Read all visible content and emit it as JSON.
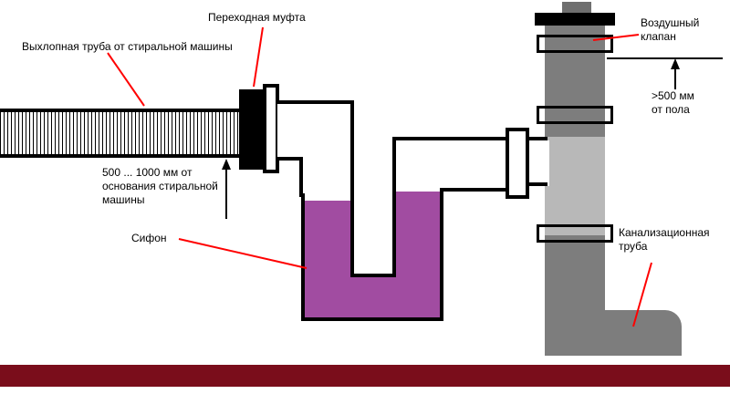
{
  "labels": {
    "coupling": "Переходная муфта",
    "exhaust_pipe": "Выхлопная труба от стиральной машины",
    "air_valve": "Воздушный клапан",
    "floor_height": ">500 мм\nот пола",
    "hose_height": "500 ... 1000 мм от\nоснования стиральной\nмашины",
    "siphon": "Сифон",
    "sewer_pipe": "Канализационная\nтруба"
  },
  "colors": {
    "liquid": "#a14ca1",
    "pipe_dark": "#7d7d7d",
    "pipe_light": "#b8b8b8",
    "floor": "#7a0d1b",
    "annotation": "#ff0000",
    "outline": "#000000"
  }
}
